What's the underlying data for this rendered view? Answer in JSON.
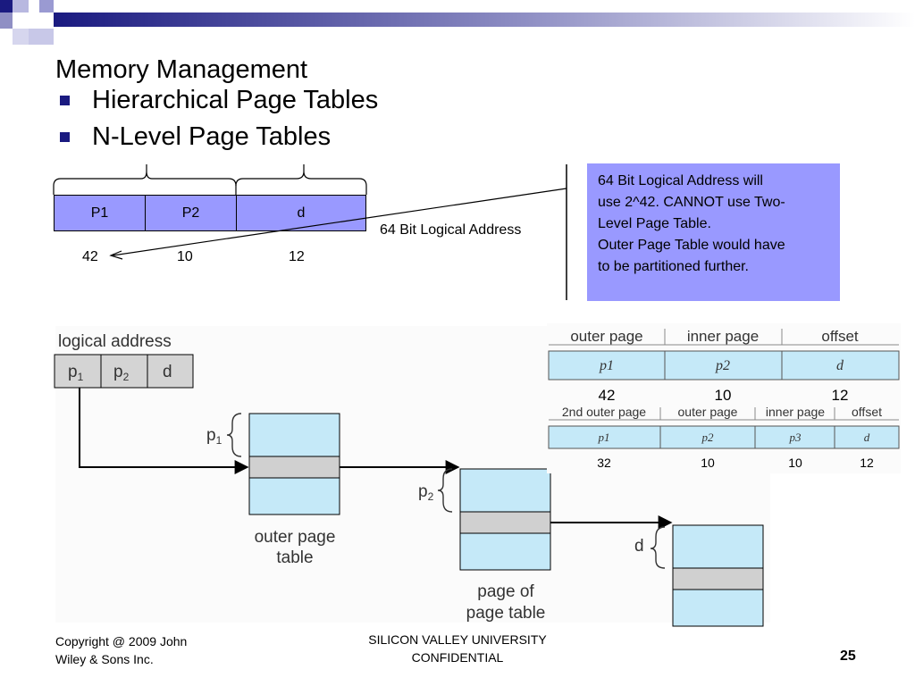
{
  "slide": {
    "title": "Memory Management",
    "bullets": [
      "Hierarchical Page Tables",
      "N-Level Page Tables"
    ],
    "number": "25"
  },
  "address_format": {
    "fields": [
      "P1",
      "P2",
      "d"
    ],
    "bits": [
      "42",
      "10",
      "12"
    ],
    "label": "64 Bit Logical Address"
  },
  "note": {
    "lines": [
      "64 Bit Logical Address will",
      "use 2^42. CANNOT use Two-",
      "Level Page Table.",
      "Outer Page Table would have",
      "to be partitioned further."
    ]
  },
  "diagram": {
    "logical_address_label": "logical address",
    "fields": [
      "p",
      "p",
      "d"
    ],
    "field_subscripts": [
      "1",
      "2",
      ""
    ],
    "outer_page_table_label": [
      "outer page",
      "table"
    ],
    "page_of_page_table_label": [
      "page of",
      "page table"
    ],
    "brace_labels": [
      "p1",
      "p2",
      "d"
    ]
  },
  "two_level_table": {
    "headers": [
      "outer page",
      "inner page",
      "offset"
    ],
    "fields": [
      "p1",
      "p2",
      "d"
    ],
    "bits": [
      "42",
      "10",
      "12"
    ]
  },
  "three_level_table": {
    "headers": [
      "2nd outer page",
      "outer page",
      "inner page",
      "offset"
    ],
    "fields": [
      "p1",
      "p2",
      "p3",
      "d"
    ],
    "bits": [
      "32",
      "10",
      "10",
      "12"
    ]
  },
  "footer": {
    "copyright": [
      "Copyright @ 2009 John",
      "Wiley & Sons Inc."
    ],
    "center": [
      "SILICON VALLEY UNIVERSITY",
      "CONFIDENTIAL"
    ]
  },
  "colors": {
    "accent_navy": "#1a1a80",
    "address_fill": "#9999ff",
    "table_fill": "#c5e9f8",
    "entry_gray": "#d0d0d0"
  }
}
